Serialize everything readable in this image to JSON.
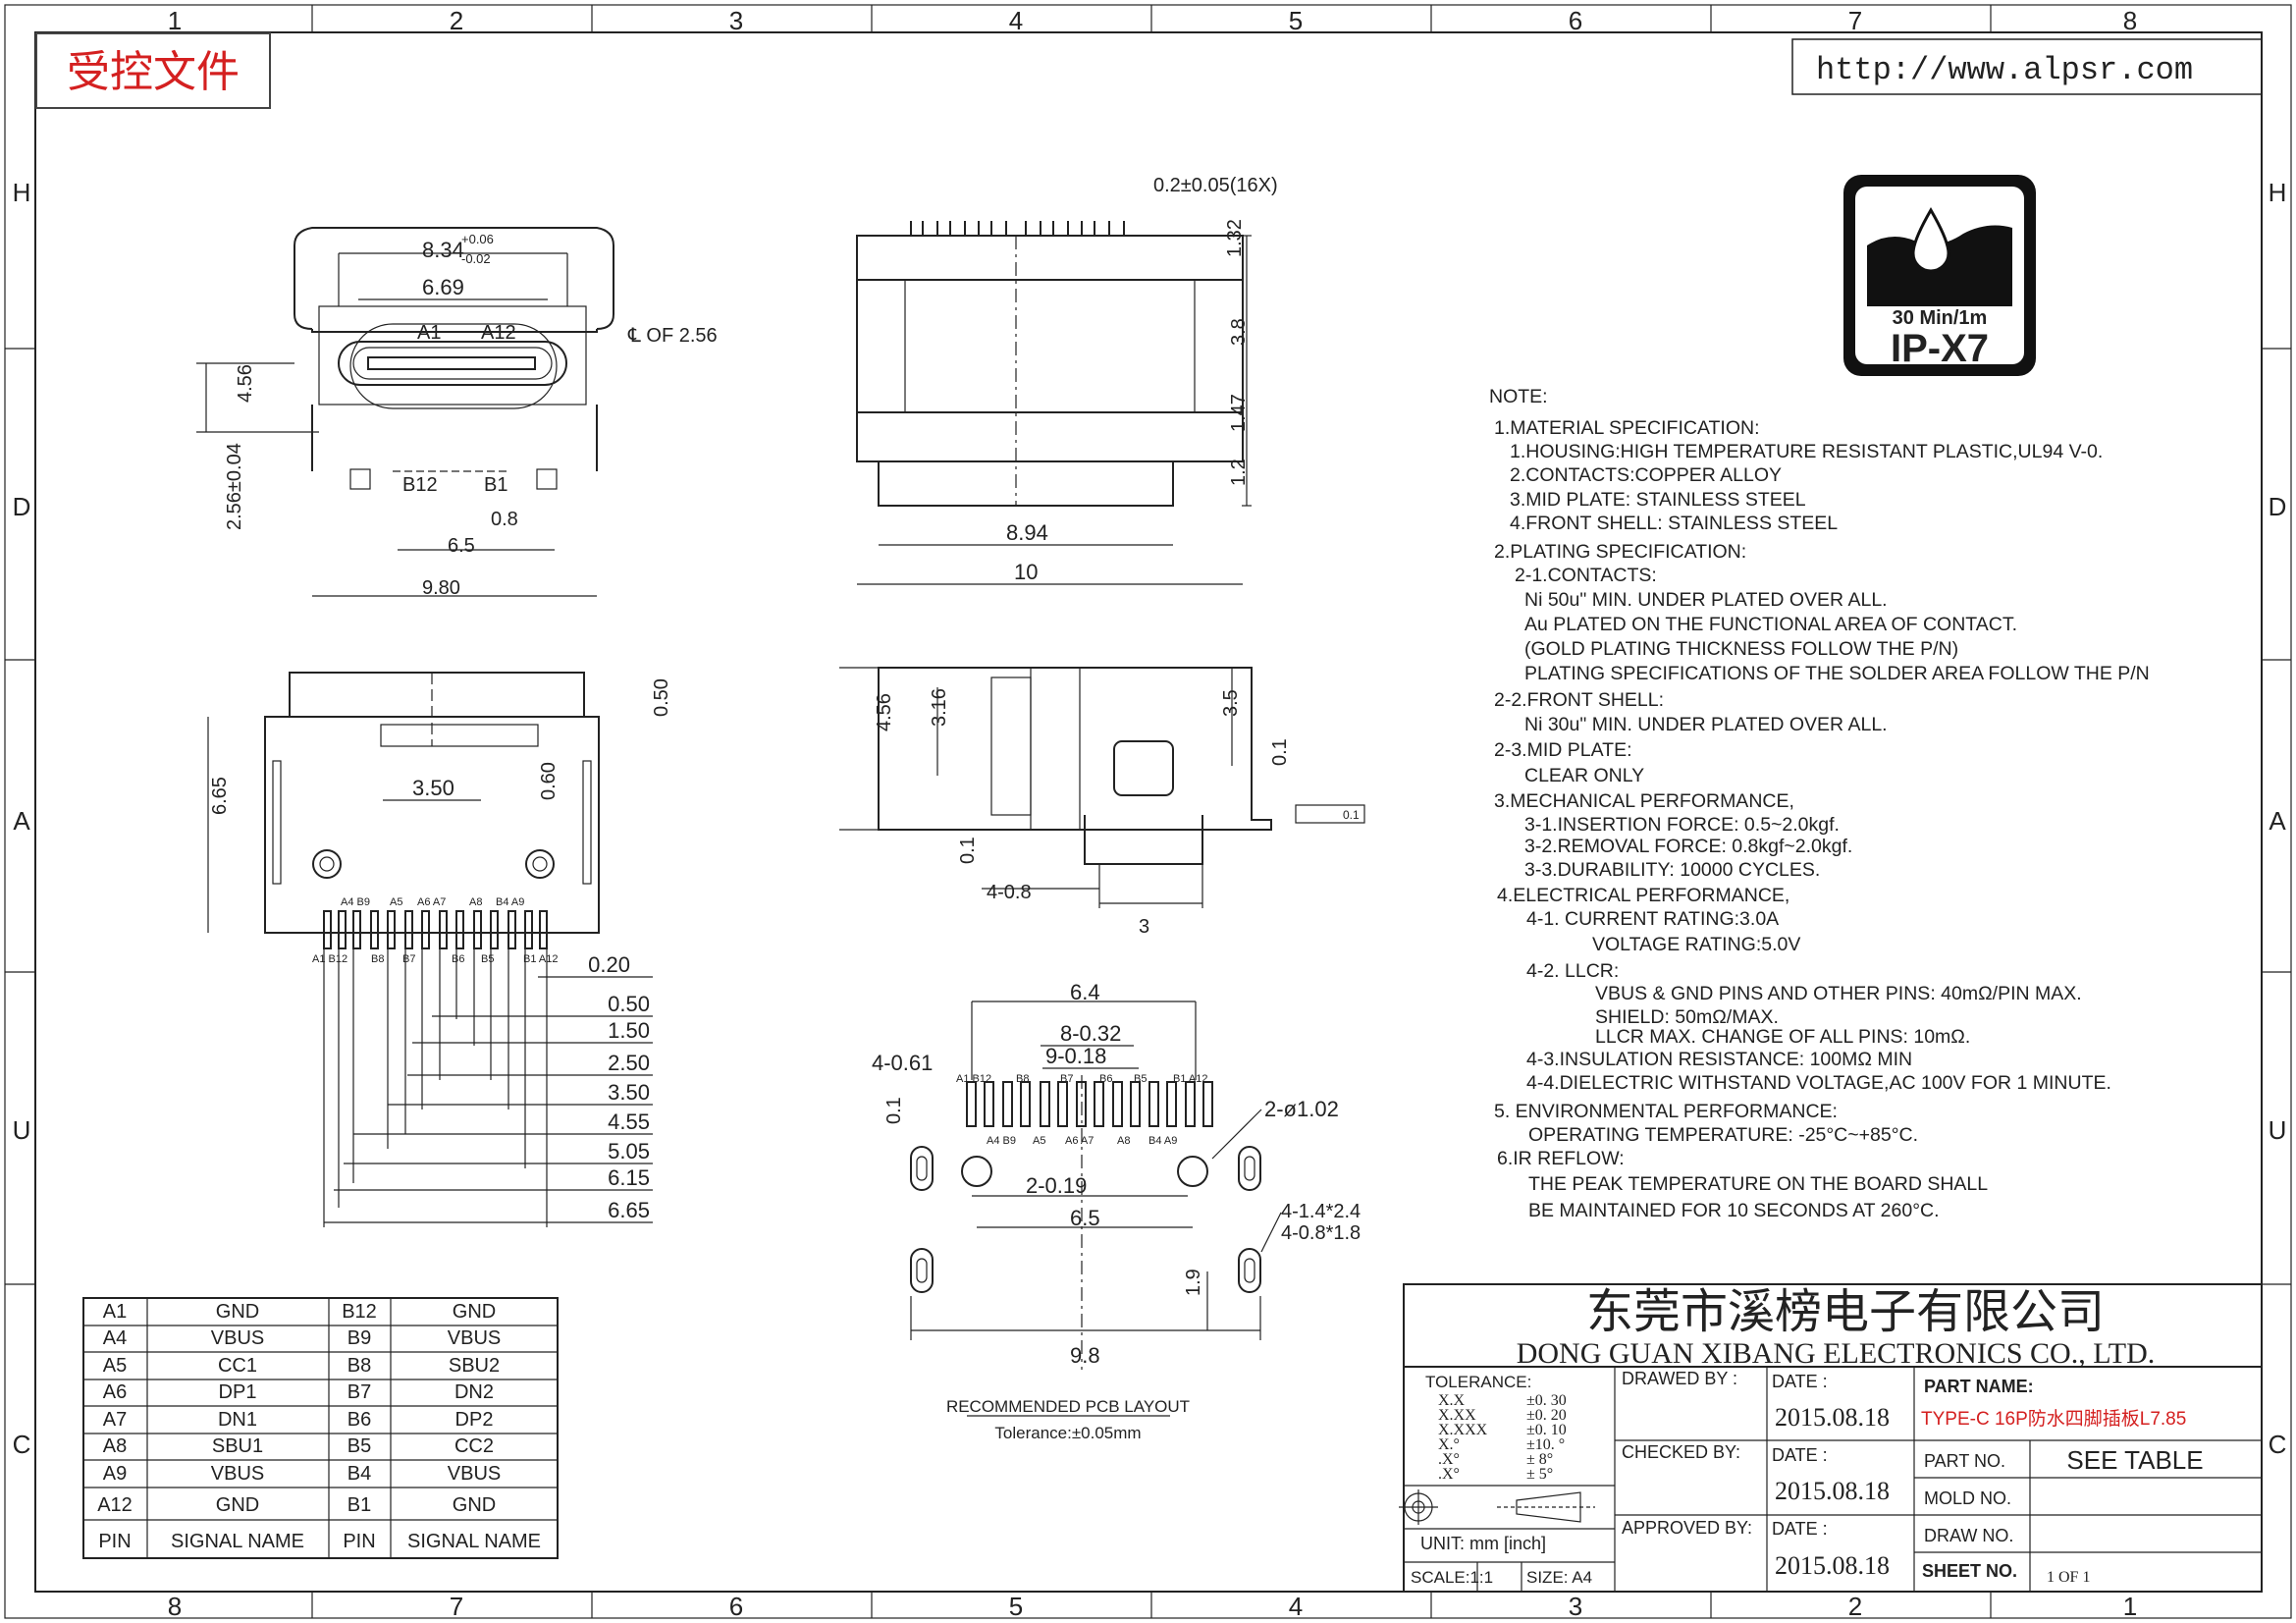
{
  "frame": {
    "col_numbers_top": [
      "1",
      "2",
      "3",
      "4",
      "5",
      "6",
      "7",
      "8"
    ],
    "col_numbers_bottom": [
      "8",
      "7",
      "6",
      "5",
      "4",
      "3",
      "2",
      "1"
    ],
    "row_letters": [
      "H",
      "D",
      "A",
      "U",
      "C"
    ]
  },
  "stamp": {
    "text": "受控文件"
  },
  "website": {
    "url": "http://www.alpsr.com"
  },
  "ip_badge": {
    "rating_small": "30 Min/1m",
    "rating_big": "IP-X7"
  },
  "notes": {
    "lines": [
      "NOTE:",
      "1.MATERIAL SPECIFICATION:",
      "1.HOUSING:HIGH TEMPERATURE RESISTANT PLASTIC,UL94 V-0.",
      "2.CONTACTS:COPPER ALLOY",
      "3.MID PLATE: STAINLESS STEEL",
      "4.FRONT SHELL: STAINLESS STEEL",
      "2.PLATING SPECIFICATION:",
      "2-1.CONTACTS:",
      "Ni 50u\" MIN. UNDER PLATED OVER ALL.",
      "Au PLATED ON THE FUNCTIONAL AREA OF CONTACT.",
      "(GOLD PLATING THICKNESS FOLLOW THE P/N)",
      "PLATING SPECIFICATIONS OF THE SOLDER AREA FOLLOW THE P/N",
      "2-2.FRONT SHELL:",
      "Ni 30u\" MIN. UNDER PLATED OVER ALL.",
      "2-3.MID PLATE:",
      "CLEAR ONLY",
      "3.MECHANICAL PERFORMANCE,",
      "3-1.INSERTION FORCE: 0.5~2.0kgf.",
      "3-2.REMOVAL FORCE: 0.8kgf~2.0kgf.",
      "3-3.DURABILITY: 10000 CYCLES.",
      "4.ELECTRICAL PERFORMANCE,",
      "4-1. CURRENT RATING:3.0A",
      "VOLTAGE RATING:5.0V",
      "4-2. LLCR:",
      "VBUS & GND PINS AND OTHER PINS: 40mΩ/PIN MAX.",
      "SHIELD: 50mΩ/MAX.",
      "LLCR MAX. CHANGE OF ALL PINS: 10mΩ.",
      "4-3.INSULATION RESISTANCE: 100MΩ MIN",
      "4-4.DIELECTRIC WITHSTAND VOLTAGE,AC 100V FOR 1 MINUTE.",
      "5. ENVIRONMENTAL PERFORMANCE:",
      "OPERATING TEMPERATURE: -25°C~+85°C.",
      "6.IR REFLOW:",
      "THE PEAK TEMPERATURE ON THE BOARD SHALL",
      "BE MAINTAINED FOR 10 SECONDS AT 260°C."
    ]
  },
  "dims": {
    "front": {
      "w834": "8.34",
      "w834_tol_up": "+0.06",
      "w834_tol_dn": "-0.02",
      "w669": "6.69",
      "a1": "A1",
      "a12": "A12",
      "cl": "℄ OF 2.56",
      "h456": "4.56",
      "h256": "2.56±0.04",
      "b12": "B12",
      "b1": "B1",
      "p08": "0.8",
      "w65": "6.5",
      "w980": "9.80"
    },
    "side": {
      "pin": "0.2±0.05(16X)",
      "h132": "1.32",
      "h38": "3.8",
      "h147": "1.47",
      "h12": "1.2",
      "w894": "8.94",
      "w10": "10"
    },
    "bottom": {
      "h050": "0.50",
      "h665": "6.65",
      "w350": "3.50",
      "h060": "0.60",
      "top_pins": [
        "A4 B9",
        "A5",
        "A6 A7",
        "A8",
        "B4 A9"
      ],
      "bot_pins": [
        "A1 B12",
        "B8",
        "B7",
        "B6",
        "B5",
        "B1 A12"
      ],
      "ladder": [
        "0.20",
        "0.50",
        "1.50",
        "2.50",
        "3.50",
        "4.55",
        "5.05",
        "6.15",
        "6.65"
      ]
    },
    "profile": {
      "h456": "4.56",
      "h316": "3.16",
      "h35": "3.5",
      "h01": "0.1",
      "flat": "0.1",
      "h01b": "0.1",
      "w408": "4-0.8",
      "w3": "3"
    },
    "pcb": {
      "w64": "6.4",
      "p832": "8-0.32",
      "p918": "9-0.18",
      "p461": "4-0.61",
      "h01": "0.1",
      "d102": "2-ø1.02",
      "p219": "2-0.19",
      "w65": "6.5",
      "s1424": "4-1.4*2.4",
      "s0818": "4-0.8*1.8",
      "h19": "1.9",
      "w98": "9.8",
      "top_pins": [
        "A1 B12",
        "B8",
        "B7",
        "B6",
        "B5",
        "B1 A12"
      ],
      "bot_pins": [
        "A4 B9",
        "A5",
        "A6 A7",
        "A8",
        "B4 A9"
      ],
      "title": "RECOMMENDED PCB LAYOUT",
      "tolerance": "Tolerance:±0.05mm"
    }
  },
  "pin_table": {
    "rows": [
      [
        "A1",
        "GND",
        "B12",
        "GND"
      ],
      [
        "A4",
        "VBUS",
        "B9",
        "VBUS"
      ],
      [
        "A5",
        "CC1",
        "B8",
        "SBU2"
      ],
      [
        "A6",
        "DP1",
        "B7",
        "DN2"
      ],
      [
        "A7",
        "DN1",
        "B6",
        "DP2"
      ],
      [
        "A8",
        "SBU1",
        "B5",
        "CC2"
      ],
      [
        "A9",
        "VBUS",
        "B4",
        "VBUS"
      ],
      [
        "A12",
        "GND",
        "B1",
        "GND"
      ]
    ],
    "header": [
      "PIN",
      "SIGNAL NAME",
      "PIN",
      "SIGNAL NAME"
    ]
  },
  "title_block": {
    "company_cn": "东莞市溪榜电子有限公司",
    "company_en": "DONG GUAN XIBANG ELECTRONICS CO., LTD.",
    "tolerance_label": "TOLERANCE:",
    "tol_rows": [
      [
        "X.X",
        "±0. 30"
      ],
      [
        "X.XX",
        "±0. 20"
      ],
      [
        "X.XXX",
        "±0. 10"
      ],
      [
        "X.°",
        "±10. °"
      ],
      [
        ".X°",
        "± 8°"
      ],
      [
        ".X°",
        "± 5°"
      ]
    ],
    "drawn_by": "DRAWED BY :",
    "checked_by": "CHECKED BY:",
    "approved_by": "APPROVED BY:",
    "date_label": "DATE :",
    "date_value": "2015.08.18",
    "part_name_label": "PART NAME:",
    "part_name": "TYPE-C 16P防水四脚插板L7.85",
    "part_no_label": "PART NO.",
    "part_no": "SEE TABLE",
    "mold_no_label": "MOLD NO.",
    "draw_no_label": "DRAW NO.",
    "sheet_no_label": "SHEET NO.",
    "sheet_no": "1 OF 1",
    "unit": "UNIT:  mm  [inch]",
    "scale": "SCALE:1:1",
    "size": "SIZE:  A4"
  }
}
